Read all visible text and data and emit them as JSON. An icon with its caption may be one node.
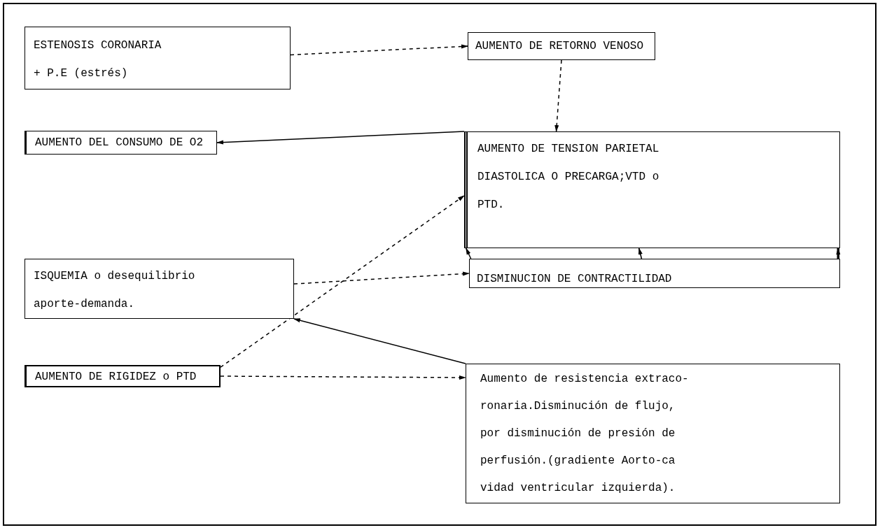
{
  "diagram": {
    "nodes": [
      {
        "text": [
          "ESTENOSIS CORONARIA + P.E (estrés)"
        ]
      },
      {
        "text": [
          "AUMENTO DE RETORNO VENOSO"
        ]
      },
      {
        "text": [
          "AUMENTO DEL CONSUMO DE O2"
        ]
      },
      {
        "text": [
          "AUMENTO DE TENSION PARIETAL DIASTOLICA O PRECARGA;VTD o PTD."
        ]
      },
      {
        "text": [
          "ISQUEMIA o desequilibrio aporte-demanda."
        ]
      },
      {
        "text": [
          "DISMINUCION DE CONTRACTILIDAD"
        ]
      },
      {
        "text": [
          "AUMENTO DE RIGIDEZ o PTD"
        ]
      },
      {
        "text": [
          "Aumento de resistencia extraco-ronaria.Disminución de flujo, por disminución de presión de perfusión.(gradiente Aorto-ca vidad ventricular izquierda)."
        ]
      }
    ],
    "edges": [
      {
        "from": 0,
        "to": 1,
        "arrow": "to",
        "style": "dashed"
      },
      {
        "from": 1,
        "to": 3,
        "arrow": "to",
        "style": "dashed"
      },
      {
        "from": 3,
        "to": 2,
        "arrow": "to"
      },
      {
        "from": 4,
        "to": 5,
        "arrow": "to",
        "style": "dashed"
      },
      {
        "from": 6,
        "to": 3,
        "arrow": "to",
        "style": "dashed"
      },
      {
        "from": 7,
        "to": 4,
        "arrow": "to"
      },
      {
        "from": 6,
        "to": 7,
        "arrow": "to",
        "style": "dashed"
      },
      {
        "from": 5,
        "to": 3,
        "arrow": "to"
      },
      {
        "from": 5,
        "to": 3,
        "arrow": "to"
      },
      {
        "from": 5,
        "to": 3,
        "arrow": "to",
        "style": "thick"
      }
    ]
  }
}
